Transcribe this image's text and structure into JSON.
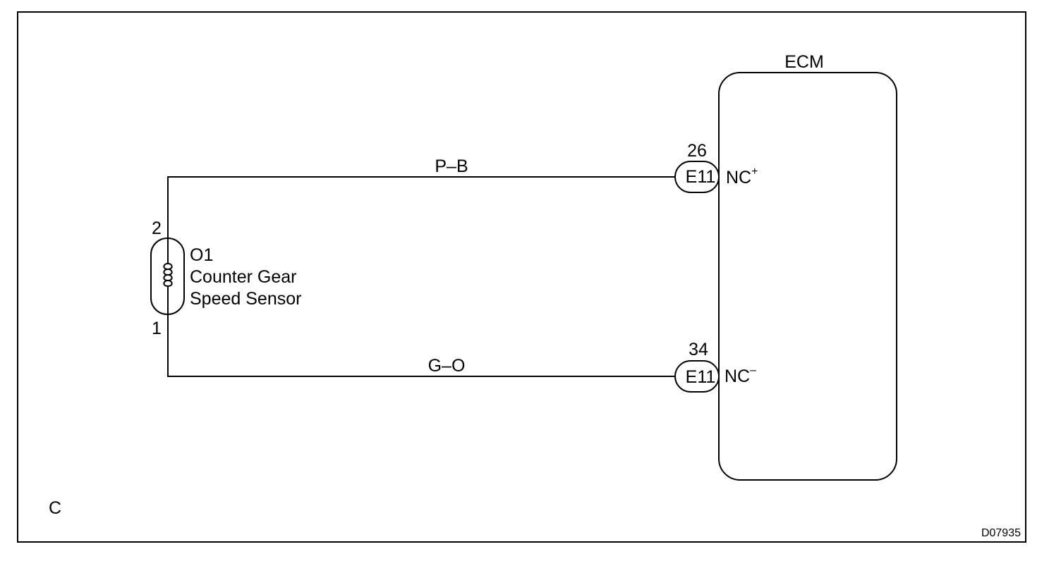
{
  "sensor": {
    "connector": "O1",
    "name_line1": "Counter Gear",
    "name_line2": "Speed Sensor",
    "pin_top": "2",
    "pin_bottom": "1"
  },
  "ecm": {
    "title": "ECM",
    "terminal_upper": {
      "pin": "26",
      "connector": "E11",
      "name": "NC",
      "sign": "+"
    },
    "terminal_lower": {
      "pin": "34",
      "connector": "E11",
      "name": "NC",
      "sign": "–"
    }
  },
  "wires": {
    "upper": "P–B",
    "lower": "G–O"
  },
  "corner_label": "C",
  "figure_code": "D07935"
}
